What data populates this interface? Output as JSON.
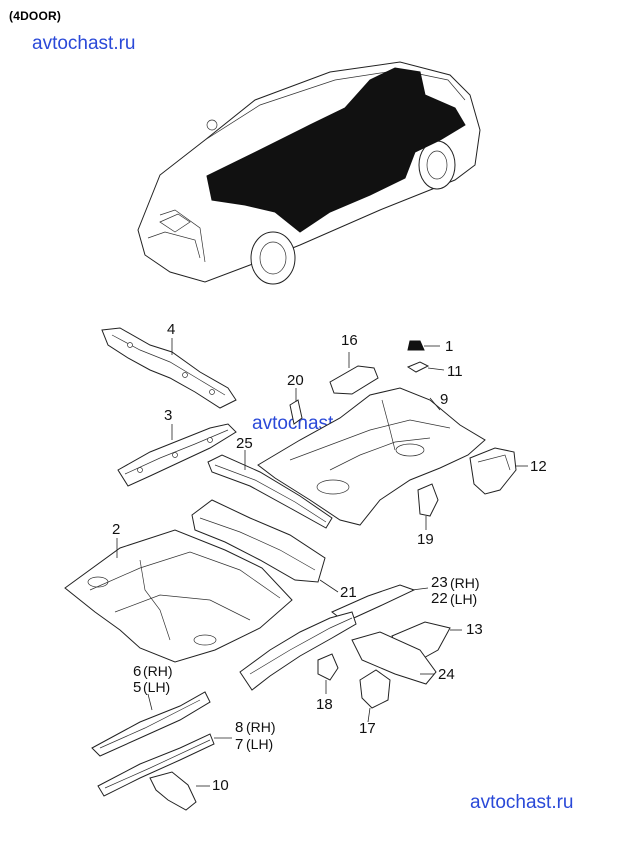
{
  "header": {
    "caption": "(4DOOR)"
  },
  "watermarks": {
    "top": "avtochast.ru",
    "middle": "avtochast.ru",
    "bottom": "avtochast.ru"
  },
  "watermark_color": "#2a49d8",
  "callouts": [
    {
      "id": "c1",
      "text": "1"
    },
    {
      "id": "c2",
      "text": "2"
    },
    {
      "id": "c3",
      "text": "3"
    },
    {
      "id": "c4",
      "text": "4"
    },
    {
      "id": "c5",
      "text": "5"
    },
    {
      "id": "c5s",
      "text": "(LH)"
    },
    {
      "id": "c6",
      "text": "6"
    },
    {
      "id": "c6s",
      "text": "(RH)"
    },
    {
      "id": "c7",
      "text": "7"
    },
    {
      "id": "c7s",
      "text": "(LH)"
    },
    {
      "id": "c8",
      "text": "8"
    },
    {
      "id": "c8s",
      "text": "(RH)"
    },
    {
      "id": "c9",
      "text": "9"
    },
    {
      "id": "c10",
      "text": "10"
    },
    {
      "id": "c11",
      "text": "11"
    },
    {
      "id": "c12",
      "text": "12"
    },
    {
      "id": "c13",
      "text": "13"
    },
    {
      "id": "c16",
      "text": "16"
    },
    {
      "id": "c17",
      "text": "17"
    },
    {
      "id": "c18",
      "text": "18"
    },
    {
      "id": "c19",
      "text": "19"
    },
    {
      "id": "c20",
      "text": "20"
    },
    {
      "id": "c21",
      "text": "21"
    },
    {
      "id": "c22",
      "text": "22"
    },
    {
      "id": "c22s",
      "text": "(LH)"
    },
    {
      "id": "c23",
      "text": "23"
    },
    {
      "id": "c23s",
      "text": "(RH)"
    },
    {
      "id": "c24",
      "text": "24"
    },
    {
      "id": "c25",
      "text": "25"
    }
  ]
}
